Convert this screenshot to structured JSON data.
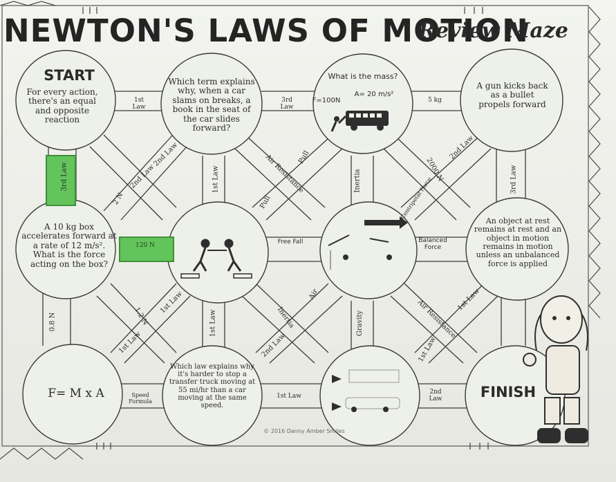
{
  "header": {
    "title": "NEWTON'S LAWS OF MOTION",
    "subtitle": "Review Maze"
  },
  "circles": {
    "start_label": "START",
    "start_text": "For every action, there's an equal and opposite reaction",
    "book_question": "Which term explains why, when a car slams on breaks, a book in the seat of the car slides forward?",
    "mass_question": "What is the mass?",
    "mass_accel": "A= 20 m/s²",
    "mass_force": "F=100N",
    "gun_text": "A gun kicks back as a bullet propels forward",
    "box_question": "A 10 kg box accelerates forward at a rate of 12 m/s². What is the force acting on the box?",
    "free_fall": "Free Fall",
    "balanced_force": "Balanced Force",
    "rest_text": "An object at rest remains at rest and an object in motion remains in motion unless an unbalanced force is applied",
    "formula": "F= M x A",
    "truck_question": "Which law explains why it's harder to stop a transfer truck moving at 55 mi/hr than a car moving at the same speed.",
    "finish_label": "FINISH"
  },
  "answers": {
    "law1_top": "1st Law",
    "law3_top": "3rd Law",
    "mass_answer": "5 kg",
    "law2_diag_a": "2nd Law",
    "law2_diag_b": "2nd Law",
    "law1_a": "1st Law",
    "law3_green": "3rd Law",
    "n_left": "2 N",
    "force_answer": "120 N",
    "air_res_a": "Air Resistance",
    "pull_a": "Pull",
    "pull_b": "Pull",
    "inertia_a": "Inertia",
    "centripetal": "Centripetal Force",
    "n2000": "2000 N",
    "law2_right": "2nd Law",
    "law3_right": "3rd Law",
    "n1_2": "1.2 N",
    "law1_mid": "1st Law",
    "n0_8": "0.8 N",
    "air_b": "Air",
    "inertia_b": "Inertia",
    "gravity": "Gravity",
    "air_res_b": "Air Resistance",
    "law1_right2": "1st Law",
    "law1_far_right": "1st Law",
    "law1_low": "1st Law",
    "law1_low2": "1st Law",
    "law2_bottom": "2nd Law",
    "speed_formula": "Speed Formula",
    "law1_bottom": "1st Law",
    "law2_final": "2nd Law"
  },
  "footer": {
    "copyright": "© 2016 Danny Amber Smiles"
  },
  "colors": {
    "green_box": "#63c45b",
    "line": "#3a3a3a"
  }
}
